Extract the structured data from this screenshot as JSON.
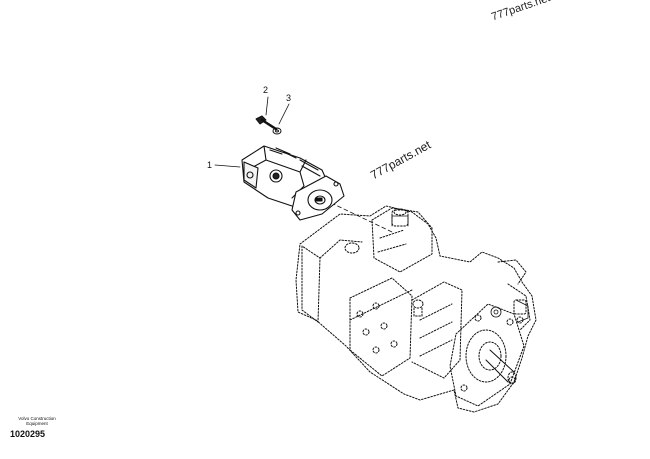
{
  "watermark": {
    "corner": "777parts.net",
    "center": "777parts.net"
  },
  "callouts": [
    "1",
    "2",
    "3"
  ],
  "footer": {
    "brand": "Volvo Construction Equipment",
    "drawing_number": "1020295"
  },
  "colors": {
    "ink": "#111111",
    "background": "#ffffff"
  }
}
